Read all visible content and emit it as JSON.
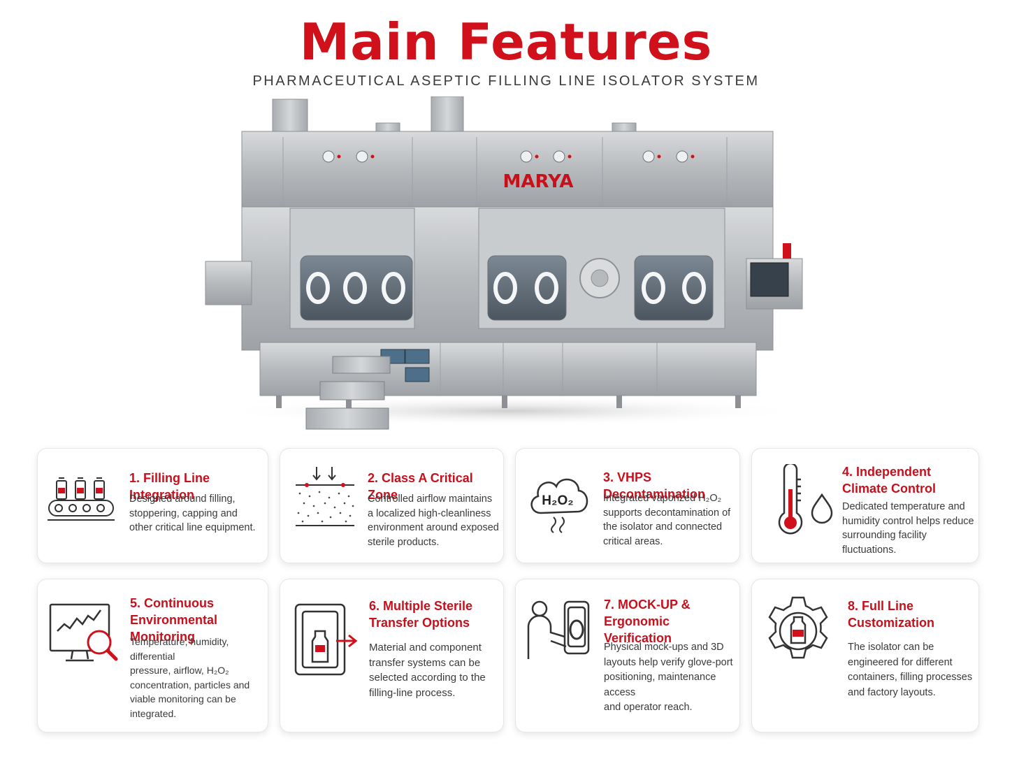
{
  "header": {
    "title": "Main Features",
    "subtitle": "PHARMACEUTICAL  ASEPTIC  FILLING LINE ISOLATOR SYSTEM"
  },
  "machine": {
    "brand_logo_text": "MARYA"
  },
  "colors": {
    "accent_red": "#d0101a",
    "steel": "#b9bcbf",
    "text_dark": "#3a3a3a"
  },
  "features": [
    {
      "title": "1. Filling Line Integration",
      "description": "Designed around filling,\nstoppering, capping and\nother critical line equipment.",
      "icon": "conveyor-bottles-icon"
    },
    {
      "title": "2. Class A Critical Zone",
      "description": "Controlled airflow maintains\na localized high-cleanliness\nenvironment around exposed\nsterile products.",
      "icon": "laminar-airflow-icon"
    },
    {
      "title": "3. VHPS Decontamination",
      "description": "Integrated vaporized H₂O₂\nsupports decontamination of\nthe isolator and connected\ncritical areas.",
      "icon": "h2o2-cloud-icon"
    },
    {
      "title": "4. Independent\nClimate Control",
      "description": "Dedicated temperature and\nhumidity control helps reduce\nsurrounding facility fluctuations.",
      "icon": "thermometer-droplet-icon"
    },
    {
      "title": "5. Continuous\nEnvironmental Monitoring",
      "description": "Temperature, humidity, differential\npressure, airflow, H₂O₂\nconcentration, particles and\nviable monitoring can be\nintegrated.",
      "icon": "monitor-magnifier-icon"
    },
    {
      "title": "6. Multiple Sterile\nTransfer Options",
      "description": "Material and component\ntransfer systems can be\nselected according to the\nfilling-line process.",
      "icon": "transfer-port-icon"
    },
    {
      "title": "7. MOCK-UP &\nErgonomic Verification",
      "description": "Physical mock-ups and 3D\nlayouts help verify glove-port\npositioning, maintenance access\nand operator reach.",
      "icon": "operator-glove-port-icon"
    },
    {
      "title": "8. Full Line\nCustomization",
      "description": "The isolator can be\nengineered for different\ncontainers, filling processes\nand factory layouts.",
      "icon": "gear-vial-icon"
    }
  ],
  "icon_labels": {
    "h2o2": "H₂O₂"
  }
}
